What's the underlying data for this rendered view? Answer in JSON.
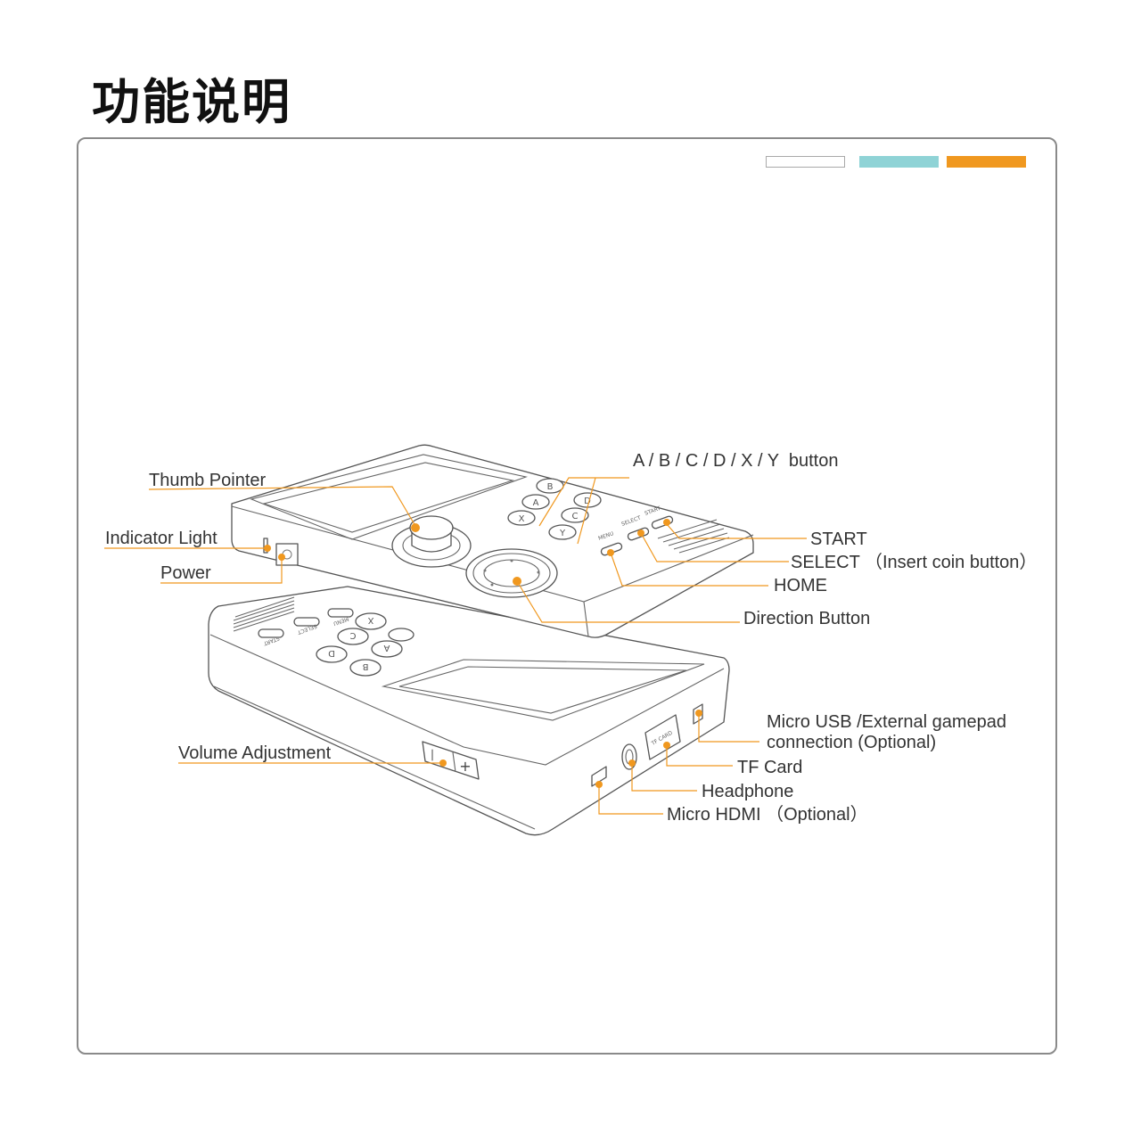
{
  "page": {
    "title": "功能说明"
  },
  "palette": {
    "accent": "#f0981f",
    "teal": "#8fd3d6",
    "outline": "#555555",
    "swatches": [
      "#ffffff",
      "#8fd3d6",
      "#f0981f"
    ]
  },
  "device": {
    "top_buttons": [
      "A",
      "B",
      "C",
      "D",
      "X",
      "Y"
    ],
    "small_button_labels": [
      "MENU",
      "SELECT",
      "START"
    ],
    "bottom_buttons": [
      "A",
      "B",
      "C",
      "D",
      "X"
    ],
    "bottom_small_labels": [
      "START",
      "SELECT",
      "MENU"
    ],
    "tf_slot_text": "TF CARD",
    "volume_symbols": [
      "—",
      "+"
    ]
  },
  "labels": {
    "abcdxy": "A / B / C / D / X / Y  button",
    "thumb_pointer": "Thumb Pointer",
    "indicator_light": "Indicator Light",
    "power": "Power",
    "start": "START",
    "select": "SELECT （Insert coin button）",
    "home": "HOME",
    "direction": "Direction Button",
    "micro_usb_line1": "Micro USB /External gamepad",
    "micro_usb_line2": "connection (Optional)",
    "tf_card": "TF Card",
    "headphone": "Headphone",
    "micro_hdmi": "Micro HDMI （Optional）",
    "volume": "Volume Adjustment"
  }
}
